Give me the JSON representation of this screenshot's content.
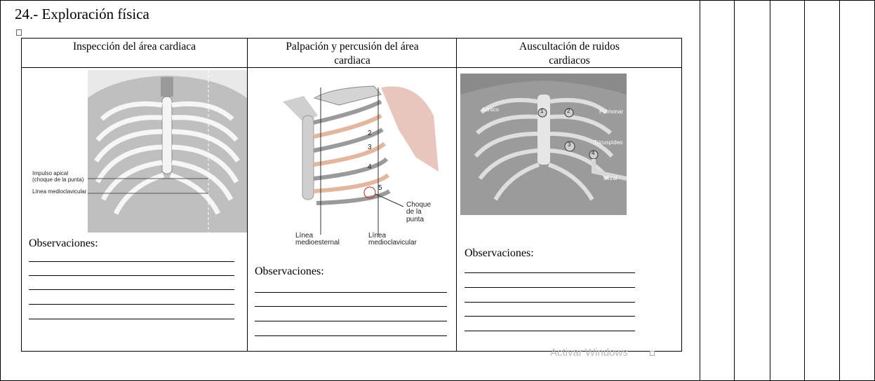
{
  "title": "24.- Exploración física",
  "columns": [
    {
      "header": "Inspección del área cardiaca",
      "labels": [
        "Impulso apical",
        "(choque de la punta)",
        "Línea medioclavicular"
      ],
      "obs_label": "Observaciones:"
    },
    {
      "header_line1": "Palpación y percusión del área",
      "header_line2": "cardiaca",
      "labels": [
        "Choque",
        "de la punta",
        "Línea",
        "medioesternal",
        "Línea",
        "medioclavicular"
      ],
      "ribs": [
        "2",
        "3",
        "4",
        "5"
      ],
      "obs_label": "Observaciones:"
    },
    {
      "header_line1": "Auscultación de ruidos",
      "header_line2": "cardiacos",
      "labels": [
        "Aórtico",
        "Pulmonar",
        "Tricuspídeo",
        "Mitral"
      ],
      "points": [
        "1",
        "2",
        "3",
        "4"
      ],
      "obs_label": "Observaciones:"
    }
  ],
  "watermark": "Activar Windows"
}
